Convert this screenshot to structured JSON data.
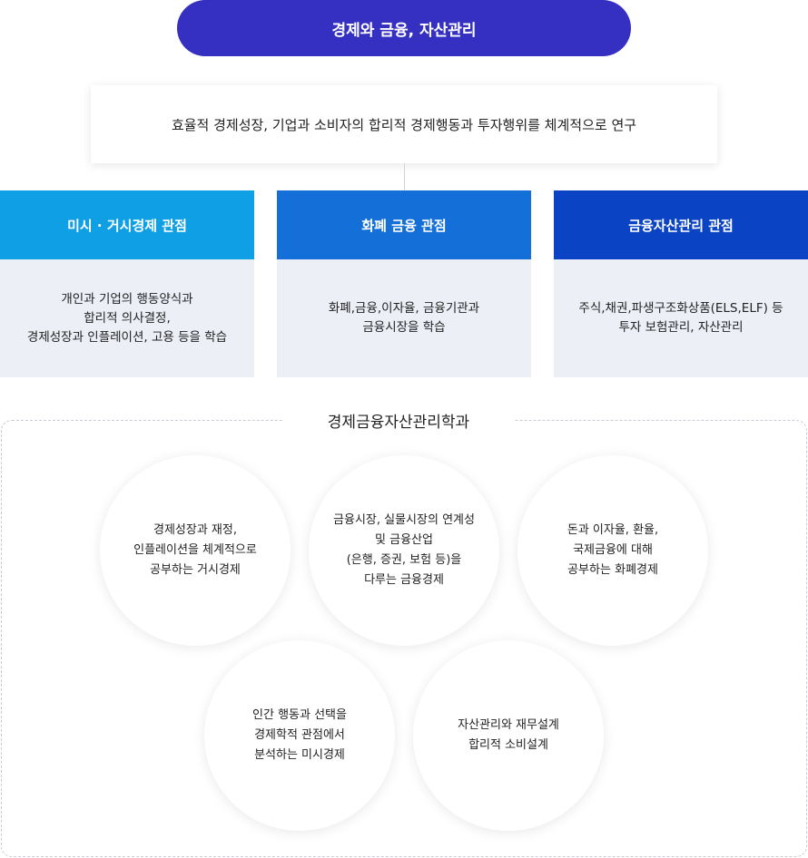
{
  "header": {
    "title": "경제와 금융, 자산관리"
  },
  "summary": "효율적 경제성장, 기업과 소비자의 합리적 경제행동과 투자행위를 체계적으로 연구",
  "columns": [
    {
      "title": "미시 · 거시경제 관점",
      "body": "개인과 기업의 행동양식과\n합리적 의사결정,\n경제성장과 인플레이션, 고용 등을 학습"
    },
    {
      "title": "화폐 금융 관점",
      "body": "화폐,금융,이자율, 금융기관과\n금융시장을 학습"
    },
    {
      "title": "금융자산관리 관점",
      "body": "주식,채권,파생구조화상품(ELS,ELF) 등\n투자 보험관리, 자산관리"
    }
  ],
  "department": {
    "title": "경제금융자산관리학과",
    "circles": [
      "경제성장과 재정,\n인플레이션을 체계적으로\n공부하는 거시경제",
      "금융시장, 실물시장의 연계성\n및 금융산업\n(은행, 증권, 보험 등)을\n다루는 금융경제",
      "돈과 이자율, 환율,\n국제금융에 대해\n공부하는 화폐경제",
      "인간 행동과 선택을\n경제학적 관점에서\n분석하는 미시경제",
      "자산관리와 재무설계\n합리적 소비설계"
    ]
  },
  "colors": {
    "pill": "#3530c2",
    "col1": "#0f9fe4",
    "col2": "#1470d8",
    "col3": "#0a44c4",
    "col_body_bg": "#eceff6"
  }
}
